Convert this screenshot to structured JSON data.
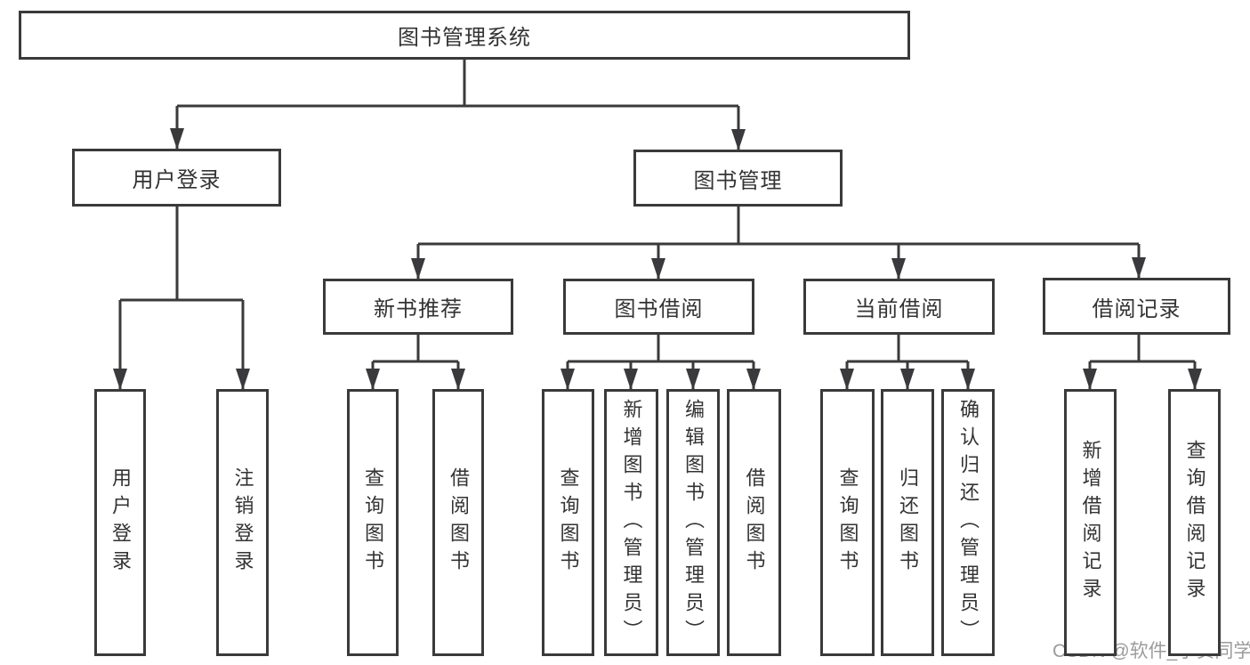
{
  "diagram_title": "图书管理系统",
  "watermark": "CSDN @软件_小贺同学",
  "colors": {
    "line": "#3a3a3c",
    "box_border": "#3a3a3c",
    "box_background": "#ffffff",
    "text": "#333333",
    "watermark_text": "#9b9b9b"
  },
  "tree": {
    "label": "图书管理系统",
    "children": [
      {
        "label": "用户登录",
        "children": [
          {
            "label": "用户登录"
          },
          {
            "label": "注销登录"
          }
        ]
      },
      {
        "label": "图书管理",
        "children": [
          {
            "label": "新书推荐",
            "children": [
              {
                "label": "查询图书"
              },
              {
                "label": "借阅图书"
              }
            ]
          },
          {
            "label": "图书借阅",
            "children": [
              {
                "label": "查询图书"
              },
              {
                "label": "新增图书（管理员）"
              },
              {
                "label": "编辑图书（管理员）"
              },
              {
                "label": "借阅图书"
              }
            ]
          },
          {
            "label": "当前借阅",
            "children": [
              {
                "label": "查询图书"
              },
              {
                "label": "归还图书"
              },
              {
                "label": "确认归还（管理员）"
              }
            ]
          },
          {
            "label": "借阅记录",
            "children": [
              {
                "label": "新增借阅记录"
              },
              {
                "label": "查询借阅记录"
              }
            ]
          }
        ]
      }
    ]
  }
}
